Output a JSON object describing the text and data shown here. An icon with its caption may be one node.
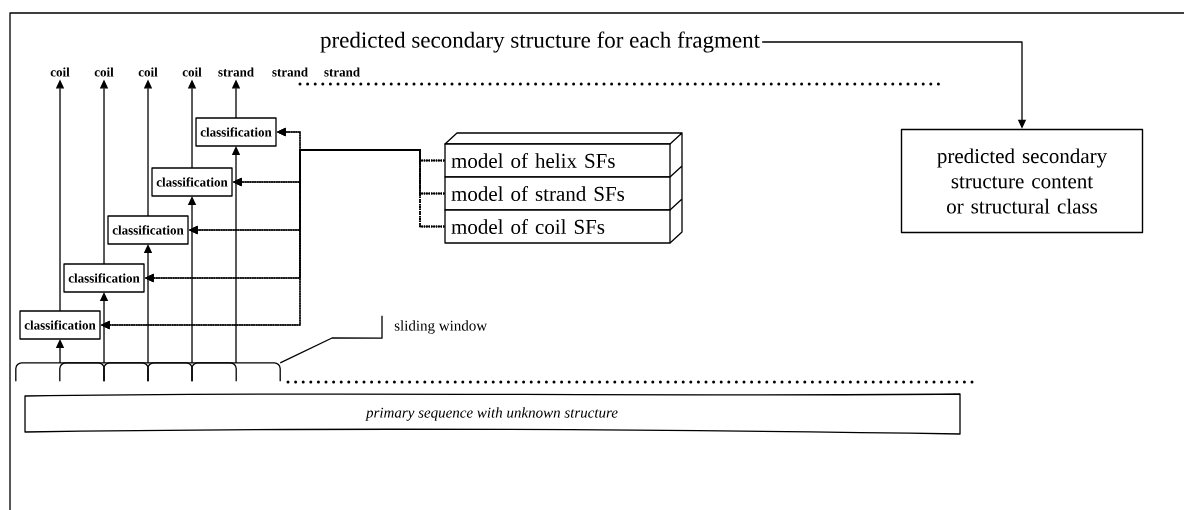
{
  "diagram": {
    "nodes": [
      {
        "text": [
          "predicted secondary structure for each fragment"
        ]
      },
      {
        "text": [
          "coil"
        ]
      },
      {
        "text": [
          "coil"
        ]
      },
      {
        "text": [
          "coil"
        ]
      },
      {
        "text": [
          "coil"
        ]
      },
      {
        "text": [
          "strand"
        ]
      },
      {
        "text": [
          "strand"
        ]
      },
      {
        "text": [
          "strand"
        ]
      },
      {
        "text": [
          "predicted secondary structure content or structural class"
        ]
      },
      {
        "text": [
          "classification"
        ]
      },
      {
        "text": [
          "classification"
        ]
      },
      {
        "text": [
          "classification"
        ]
      },
      {
        "text": [
          "classification"
        ]
      },
      {
        "text": [
          "classification"
        ]
      },
      {
        "text": [
          "model of helix SFs"
        ]
      },
      {
        "text": [
          "model of strand SFs"
        ]
      },
      {
        "text": [
          "model of coil SFs"
        ]
      },
      {
        "text": [
          "sliding window"
        ]
      },
      {
        "text": [],
        "shape": "bracket"
      },
      {
        "text": [],
        "shape": "bracket"
      },
      {
        "text": [],
        "shape": "bracket"
      },
      {
        "text": [],
        "shape": "bracket"
      },
      {
        "text": [],
        "shape": "bracket"
      },
      {
        "text": [
          "primary sequence with unknown structure"
        ]
      }
    ],
    "edges": [
      {
        "from": 0,
        "to": 8,
        "arrow": "to"
      },
      {
        "from": 18,
        "to": 13,
        "arrow": "to"
      },
      {
        "from": 19,
        "to": 12,
        "arrow": "to"
      },
      {
        "from": 20,
        "to": 11,
        "arrow": "to"
      },
      {
        "from": 21,
        "to": 10,
        "arrow": "to"
      },
      {
        "from": 22,
        "to": 9,
        "arrow": "to"
      },
      {
        "from": 13,
        "to": 1,
        "arrow": "to"
      },
      {
        "from": 12,
        "to": 2,
        "arrow": "to"
      },
      {
        "from": 11,
        "to": 3,
        "arrow": "to"
      },
      {
        "from": 10,
        "to": 4,
        "arrow": "to"
      },
      {
        "from": 9,
        "to": 5,
        "arrow": "to"
      },
      {
        "from": 14,
        "to": 9,
        "arrow": "to",
        "style": "dashed"
      },
      {
        "from": 14,
        "to": 10,
        "arrow": "to",
        "style": "dashed"
      },
      {
        "from": 14,
        "to": 11,
        "arrow": "to",
        "style": "dashed"
      },
      {
        "from": 14,
        "to": 12,
        "arrow": "to",
        "style": "dashed"
      },
      {
        "from": 14,
        "to": 13,
        "arrow": "to",
        "style": "dashed"
      },
      {
        "from": 15,
        "to": 9,
        "arrow": "to",
        "style": "dashed"
      },
      {
        "from": 15,
        "to": 10,
        "arrow": "to",
        "style": "dashed"
      },
      {
        "from": 15,
        "to": 11,
        "arrow": "to",
        "style": "dashed"
      },
      {
        "from": 15,
        "to": 12,
        "arrow": "to",
        "style": "dashed"
      },
      {
        "from": 15,
        "to": 13,
        "arrow": "to",
        "style": "dashed"
      },
      {
        "from": 16,
        "to": 9,
        "arrow": "to",
        "style": "dashed"
      },
      {
        "from": 16,
        "to": 10,
        "arrow": "to",
        "style": "dashed"
      },
      {
        "from": 16,
        "to": 11,
        "arrow": "to",
        "style": "dashed"
      },
      {
        "from": 16,
        "to": 12,
        "arrow": "to",
        "style": "dashed"
      },
      {
        "from": 16,
        "to": 13,
        "arrow": "to",
        "style": "dashed"
      },
      {
        "from": 17,
        "to": 22,
        "arrow": "none"
      }
    ]
  }
}
